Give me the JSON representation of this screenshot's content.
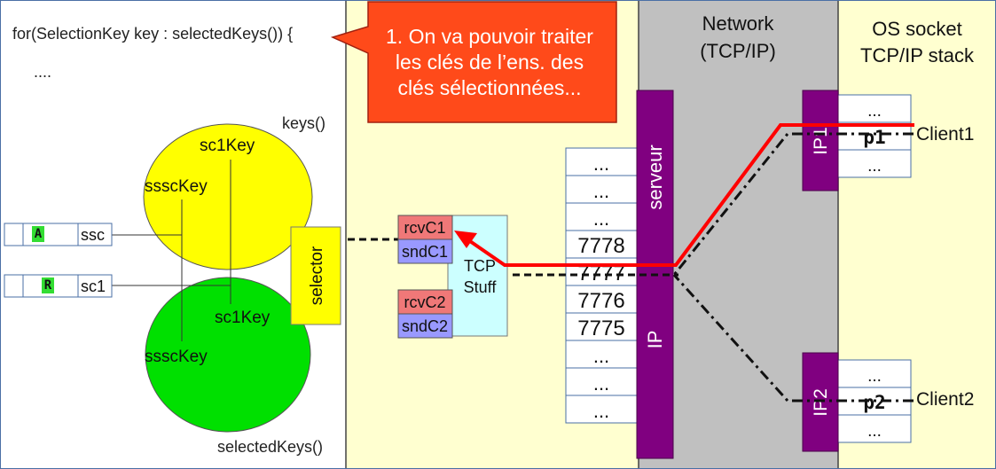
{
  "code": {
    "loop_header": "for(SelectionKey key : selectedKeys()) {",
    "ellipsis": "...."
  },
  "callout": {
    "line1": "1. On va pouvoir traiter",
    "line2": "les clés de l’ens. des",
    "line3": "clés sélectionnées..."
  },
  "sets": {
    "keys_label": "keys()",
    "selected_keys_label": "selectedKeys()",
    "yellow_sc1key": "sc1Key",
    "yellow_ssckey": "ssscKey",
    "green_sc1key": "sc1Key",
    "green_ssckey": "ssscKey"
  },
  "channels": [
    {
      "flag": "A",
      "label": "ssc"
    },
    {
      "flag": "R",
      "label": "sc1"
    }
  ],
  "selector_label": "selector",
  "buffers": [
    "rcvC1",
    "sndC1",
    "rcvC2",
    "sndC2"
  ],
  "tcp_stuff": {
    "line1": "TCP",
    "line2": "Stuff"
  },
  "ports": [
    "...",
    "...",
    "...",
    "7778",
    "7777",
    "7776",
    "7775",
    "...",
    "...",
    "..."
  ],
  "server": {
    "top_label": "serveur",
    "bottom_label": "IP"
  },
  "network": {
    "line1": "Network",
    "line2": "(TCP/IP)"
  },
  "os_stack": {
    "line1": "OS socket",
    "line2": "TCP/IP stack"
  },
  "clients": [
    {
      "ip_label": "IP1",
      "rows": [
        "...",
        "p1",
        "..."
      ],
      "name": "Client1"
    },
    {
      "ip_label": "IP2",
      "rows": [
        "...",
        "p2",
        "..."
      ],
      "name": "Client2"
    }
  ],
  "colors": {
    "yellow_panel": "#ffffd0",
    "network_grey": "#c0c0c0",
    "callout_red": "#ff4a1a",
    "server_purple": "#800080",
    "red_path": "#ff0000",
    "set_yellow": "#ffff00",
    "set_green": "#00e000",
    "rcv_buffer": "#f07878",
    "snd_buffer": "#9999ff",
    "tcp_stuff_cyan": "#ccffff",
    "flag_green": "#33dd33"
  }
}
